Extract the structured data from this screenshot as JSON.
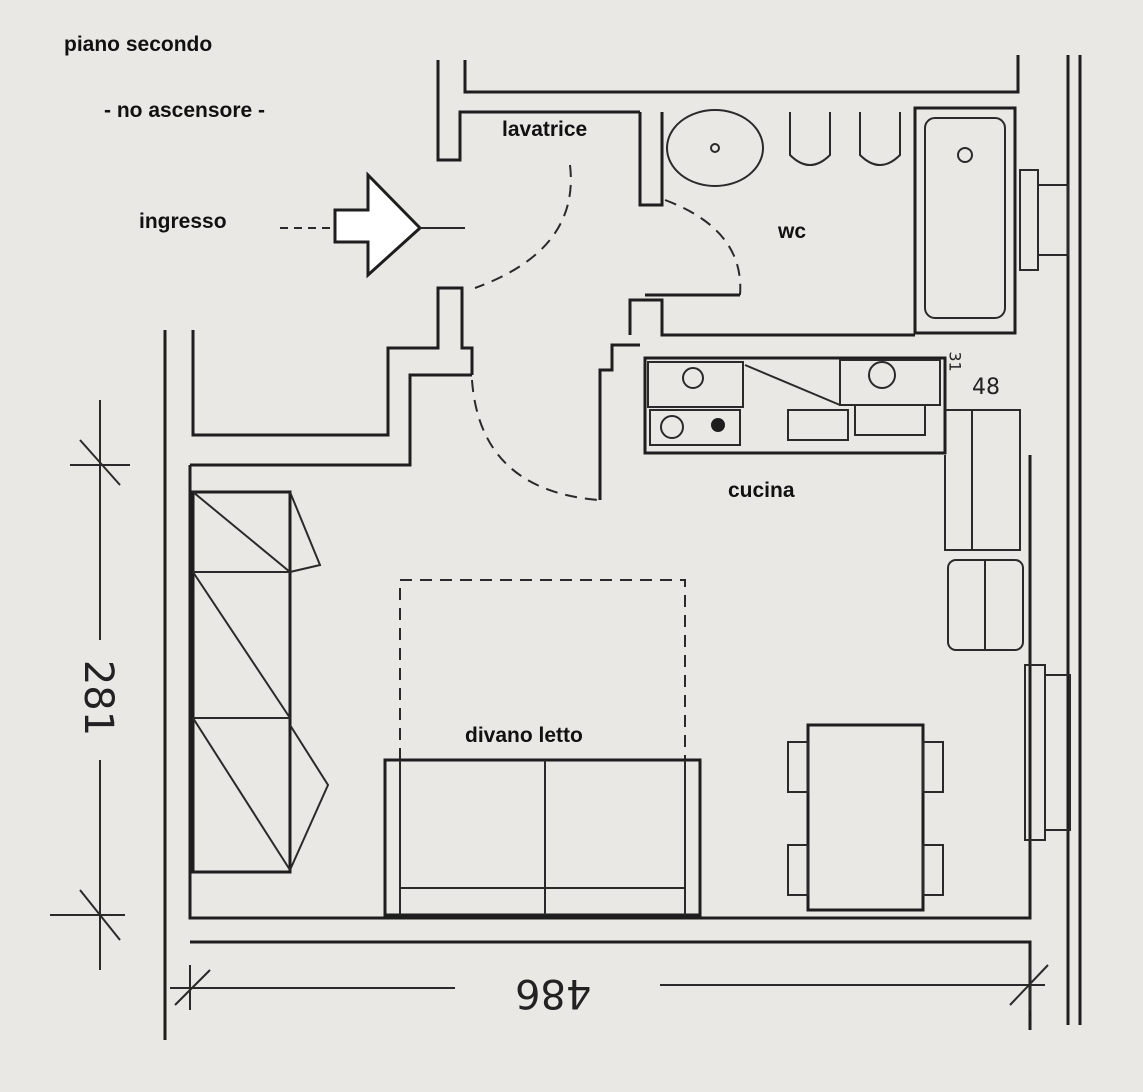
{
  "plan": {
    "floor": "piano secondo",
    "elevator_note": "- no ascensore -",
    "rooms": {
      "entrance": "ingresso",
      "laundry": "lavatrice",
      "bathroom": "wc",
      "kitchen": "cucina",
      "sofa_bed": "divano letto"
    },
    "dimensions": {
      "height": "281",
      "width": "486",
      "kitchen_small_a": "31",
      "kitchen_small_b": "48"
    }
  }
}
